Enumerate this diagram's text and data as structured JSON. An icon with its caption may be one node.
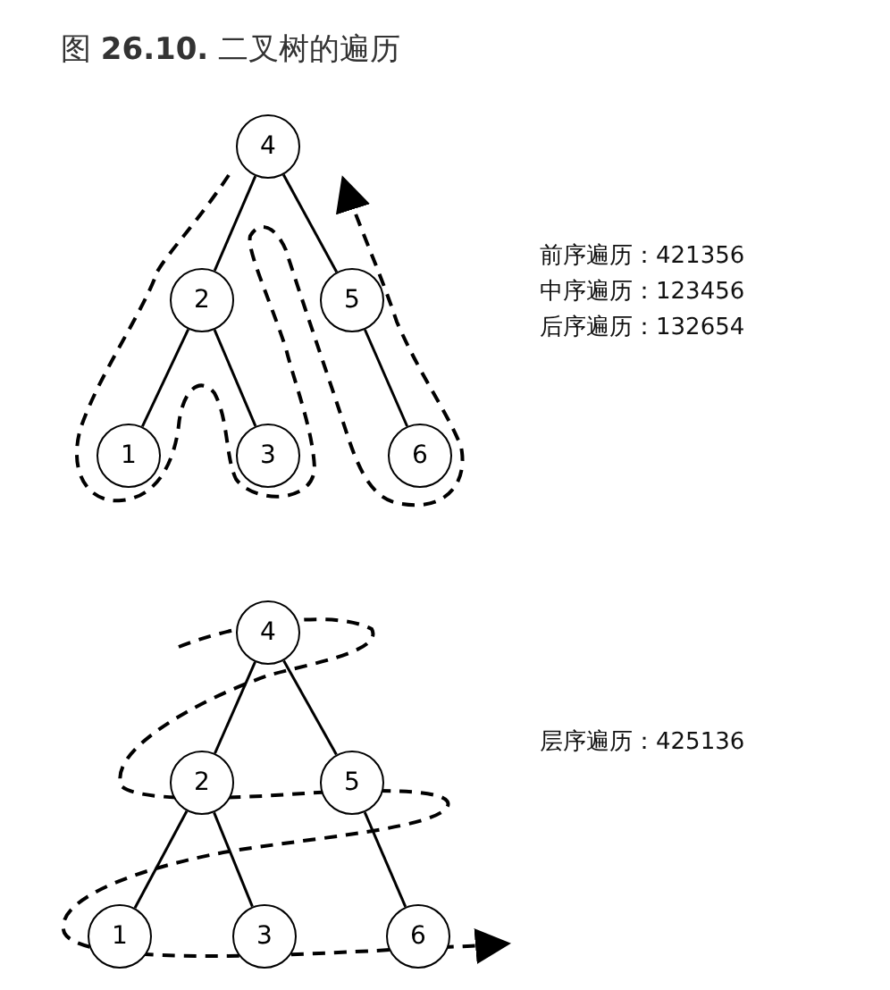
{
  "diagram": {
    "title": "图 **26.10.** 二叉树的遍历",
    "nodes": [
      {
        "text": [
          "4"
        ]
      },
      {
        "text": [
          "2"
        ]
      },
      {
        "text": [
          "5"
        ]
      },
      {
        "text": [
          "1"
        ]
      },
      {
        "text": [
          "3"
        ]
      },
      {
        "text": [
          "6"
        ]
      },
      {
        "text": [
          "4"
        ]
      },
      {
        "text": [
          "2"
        ]
      },
      {
        "text": [
          "5"
        ]
      },
      {
        "text": [
          "1"
        ]
      },
      {
        "text": [
          "3"
        ]
      },
      {
        "text": [
          "6"
        ]
      }
    ],
    "edges": [
      {
        "from": 0,
        "to": 1,
        "arrow": "none"
      },
      {
        "from": 0,
        "to": 2,
        "arrow": "none"
      },
      {
        "from": 1,
        "to": 3,
        "arrow": "none"
      },
      {
        "from": 1,
        "to": 4,
        "arrow": "none"
      },
      {
        "from": 2,
        "to": 5,
        "arrow": "none"
      },
      {
        "from": 6,
        "to": 7,
        "arrow": "none"
      },
      {
        "from": 6,
        "to": 8,
        "arrow": "none"
      },
      {
        "from": 7,
        "to": 9,
        "arrow": "none"
      },
      {
        "from": 7,
        "to": 10,
        "arrow": "none"
      },
      {
        "from": 8,
        "to": 11,
        "arrow": "none"
      }
    ],
    "labels": [
      "前序遍历：421356",
      "中序遍历：123456",
      "后序遍历：132654",
      "层序遍历：425136"
    ]
  }
}
